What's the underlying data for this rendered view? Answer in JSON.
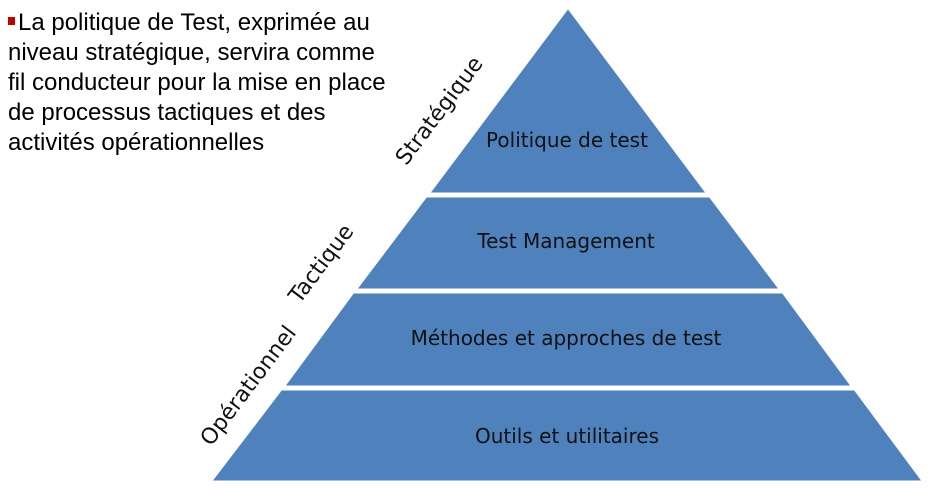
{
  "bullet": {
    "text": "La politique de Test, exprimée au niveau stratégique, servira comme fil conducteur pour la mise en place de processus tactiques et des activités opérationnelles"
  },
  "pyramid": {
    "fill_color": "#4f81bd",
    "border_color": "#ffffff",
    "levels": [
      {
        "label": "Politique de test"
      },
      {
        "label": "Test Management"
      },
      {
        "label": "Méthodes et approches de test"
      },
      {
        "label": "Outils et utilitaires"
      }
    ],
    "side_labels": {
      "strategic": "Stratégique",
      "tactical": "Tactique",
      "operational": "Opérationnel"
    }
  }
}
